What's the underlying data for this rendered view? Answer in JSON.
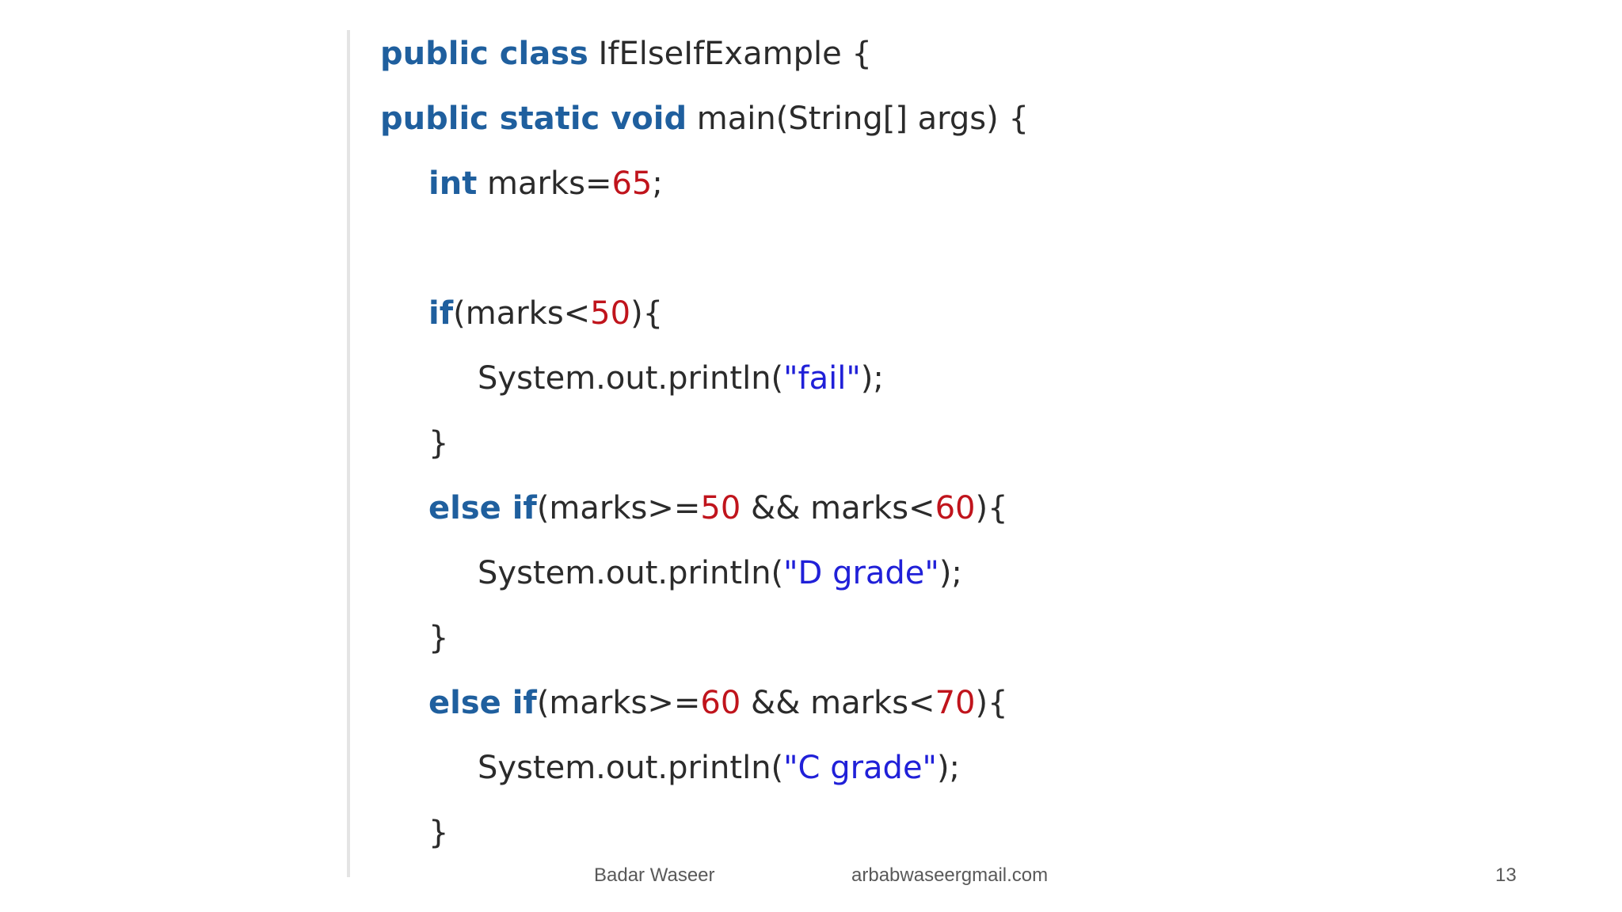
{
  "code": {
    "lines": [
      {
        "indent": 0,
        "tokens": [
          {
            "t": "kw",
            "v": "public class"
          },
          {
            "t": "plain",
            "v": " IfElseIfExample {"
          }
        ]
      },
      {
        "indent": 0,
        "tokens": [
          {
            "t": "kw",
            "v": "public static void"
          },
          {
            "t": "plain",
            "v": " main(String[] args) {"
          }
        ]
      },
      {
        "indent": 1,
        "tokens": [
          {
            "t": "kw",
            "v": "int"
          },
          {
            "t": "plain",
            "v": " marks="
          },
          {
            "t": "num",
            "v": "65"
          },
          {
            "t": "plain",
            "v": ";"
          }
        ]
      },
      {
        "indent": 1,
        "tokens": []
      },
      {
        "indent": 1,
        "tokens": [
          {
            "t": "kw",
            "v": "if"
          },
          {
            "t": "plain",
            "v": "(marks<"
          },
          {
            "t": "num",
            "v": "50"
          },
          {
            "t": "plain",
            "v": "){"
          }
        ]
      },
      {
        "indent": 2,
        "tokens": [
          {
            "t": "plain",
            "v": "System.out.println("
          },
          {
            "t": "str",
            "v": "\"fail\""
          },
          {
            "t": "plain",
            "v": ");"
          }
        ]
      },
      {
        "indent": 1,
        "tokens": [
          {
            "t": "plain",
            "v": "}"
          }
        ]
      },
      {
        "indent": 1,
        "tokens": [
          {
            "t": "kw",
            "v": "else if"
          },
          {
            "t": "plain",
            "v": "(marks>="
          },
          {
            "t": "num",
            "v": "50"
          },
          {
            "t": "plain",
            "v": " && marks<"
          },
          {
            "t": "num",
            "v": "60"
          },
          {
            "t": "plain",
            "v": "){"
          }
        ]
      },
      {
        "indent": 2,
        "tokens": [
          {
            "t": "plain",
            "v": "System.out.println("
          },
          {
            "t": "str",
            "v": "\"D grade\""
          },
          {
            "t": "plain",
            "v": ");"
          }
        ]
      },
      {
        "indent": 1,
        "tokens": [
          {
            "t": "plain",
            "v": "}"
          }
        ]
      },
      {
        "indent": 1,
        "tokens": [
          {
            "t": "kw",
            "v": "else if"
          },
          {
            "t": "plain",
            "v": "(marks>="
          },
          {
            "t": "num",
            "v": "60"
          },
          {
            "t": "plain",
            "v": " && marks<"
          },
          {
            "t": "num",
            "v": "70"
          },
          {
            "t": "plain",
            "v": "){"
          }
        ]
      },
      {
        "indent": 2,
        "tokens": [
          {
            "t": "plain",
            "v": "System.out.println("
          },
          {
            "t": "str",
            "v": "\"C grade\""
          },
          {
            "t": "plain",
            "v": ");"
          }
        ]
      },
      {
        "indent": 1,
        "tokens": [
          {
            "t": "plain",
            "v": "}"
          }
        ]
      }
    ]
  },
  "footer": {
    "author": "Badar Waseer",
    "email": "arbabwaseergmail.com",
    "page_number": "13"
  },
  "colors": {
    "keyword": "#1f5f9e",
    "number": "#c0141c",
    "string": "#2020d8",
    "text": "#2b2b2b",
    "footer": "#595959"
  }
}
